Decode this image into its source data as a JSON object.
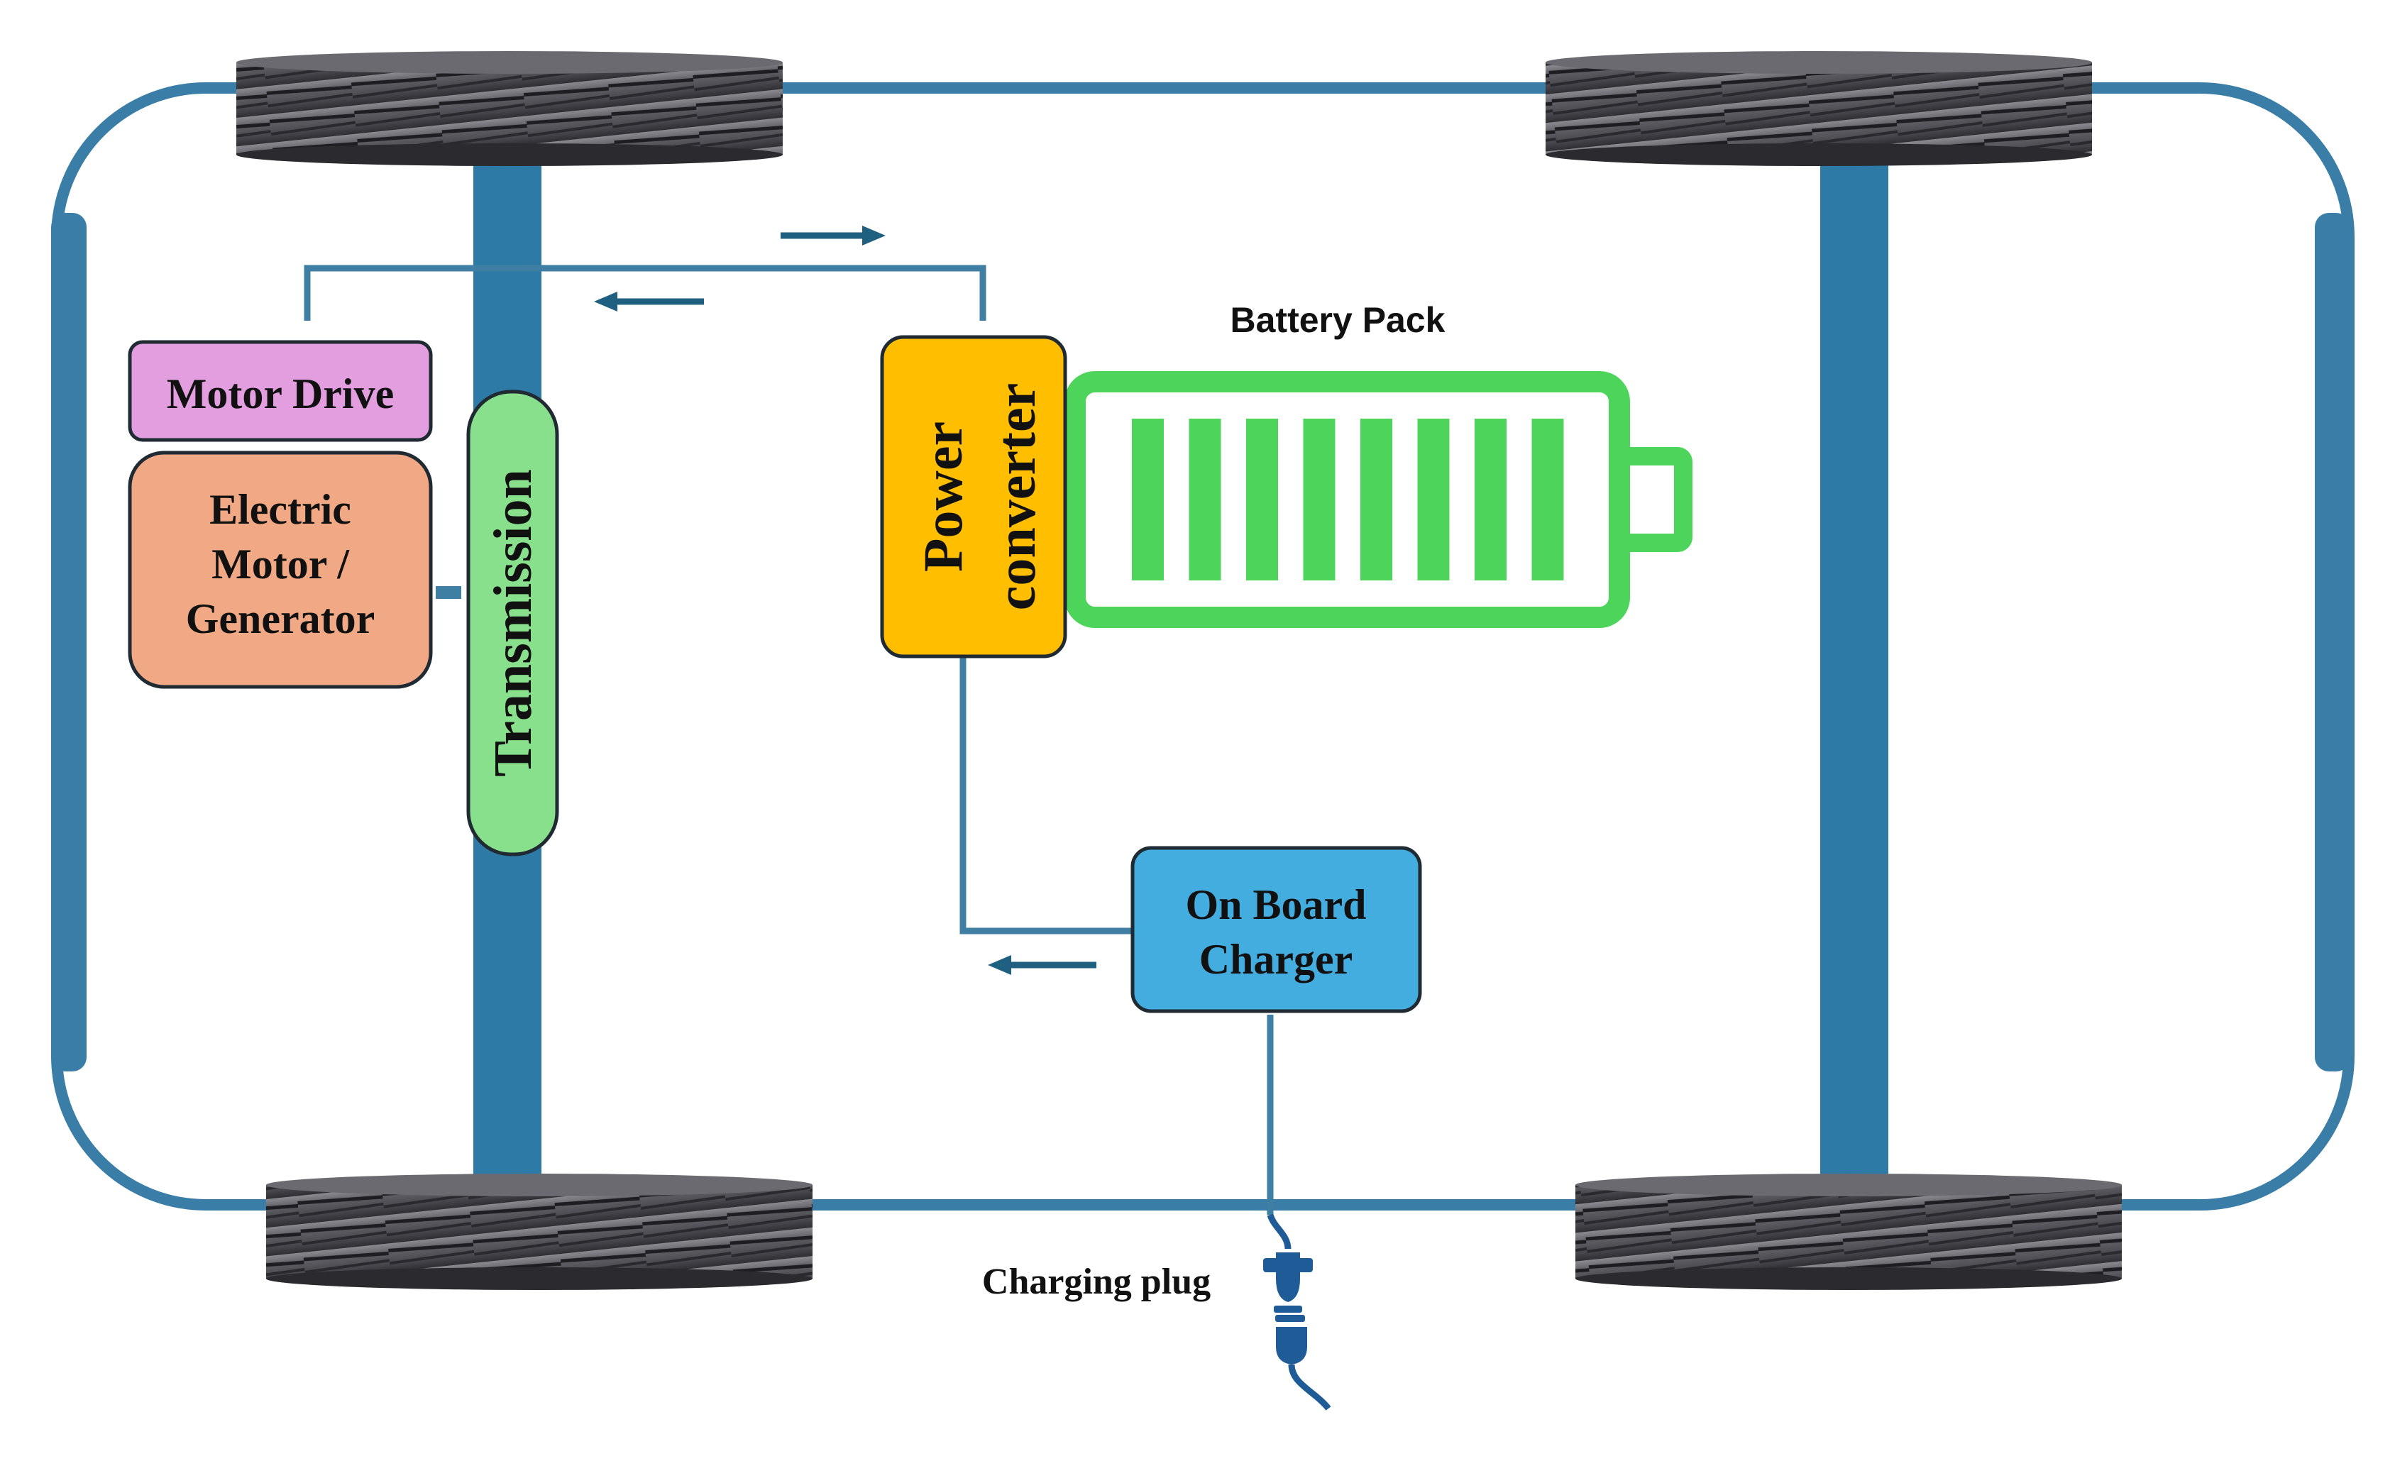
{
  "labels": {
    "motor_drive": "Motor Drive",
    "electric_motor_line1": "Electric",
    "electric_motor_line2": "Motor /",
    "electric_motor_line3": "Generator",
    "transmission": "Transmission",
    "power_converter_line1": "Power",
    "power_converter_line2": "converter",
    "battery_pack": "Battery Pack",
    "on_board_charger_line1": "On Board",
    "on_board_charger_line2": "Charger",
    "charging_plug": "Charging plug"
  },
  "battery": {
    "cell_count": 8
  },
  "colors": {
    "chassis": "#3a7ea8",
    "axle": "#2e7aa6",
    "wire": "#3f7fa3",
    "arrow": "#1f5f7f",
    "motor_drive": "#e39ee0",
    "electric_motor": "#f0a984",
    "transmission": "#88e08c",
    "power_converter": "#ffbf00",
    "on_board_charger": "#44ade0",
    "battery": "#4cd55a",
    "plug": "#1f5b96",
    "wheel": "#5a5a5f"
  }
}
